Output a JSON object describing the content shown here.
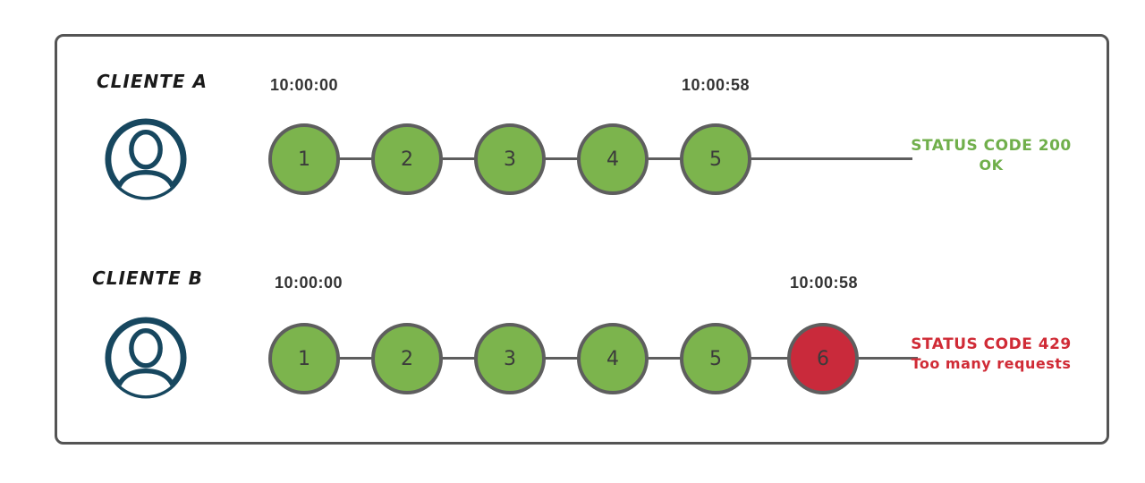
{
  "diagram": {
    "type": "rate-limit-sequence",
    "clients": [
      {
        "label": "CLIENTE A",
        "start_time": "10:00:00",
        "end_time": "10:00:58",
        "requests": [
          {
            "label": "1",
            "state": "allowed"
          },
          {
            "label": "2",
            "state": "allowed"
          },
          {
            "label": "3",
            "state": "allowed"
          },
          {
            "label": "4",
            "state": "allowed"
          },
          {
            "label": "5",
            "state": "allowed"
          }
        ],
        "status": {
          "line1": "STATUS CODE 200",
          "line2": "OK",
          "color": "#70af4b"
        }
      },
      {
        "label": "CLIENTE B",
        "start_time": "10:00:00",
        "end_time": "10:00:58",
        "requests": [
          {
            "label": "1",
            "state": "allowed"
          },
          {
            "label": "2",
            "state": "allowed"
          },
          {
            "label": "3",
            "state": "allowed"
          },
          {
            "label": "4",
            "state": "allowed"
          },
          {
            "label": "5",
            "state": "allowed"
          },
          {
            "label": "6",
            "state": "blocked"
          }
        ],
        "status": {
          "line1": "STATUS CODE 429",
          "line2": "Too many requests",
          "color": "#d02b36"
        }
      }
    ],
    "colors": {
      "allowed_fill": "#7cb44d",
      "blocked_fill": "#c92a3b",
      "circle_border": "#5e5e5e",
      "connector": "#5e5e5e",
      "frame_border": "#545454",
      "person_icon": "#17475f",
      "time_text": "#333333",
      "ok_text": "#70af4b",
      "error_text": "#d02b36"
    }
  }
}
